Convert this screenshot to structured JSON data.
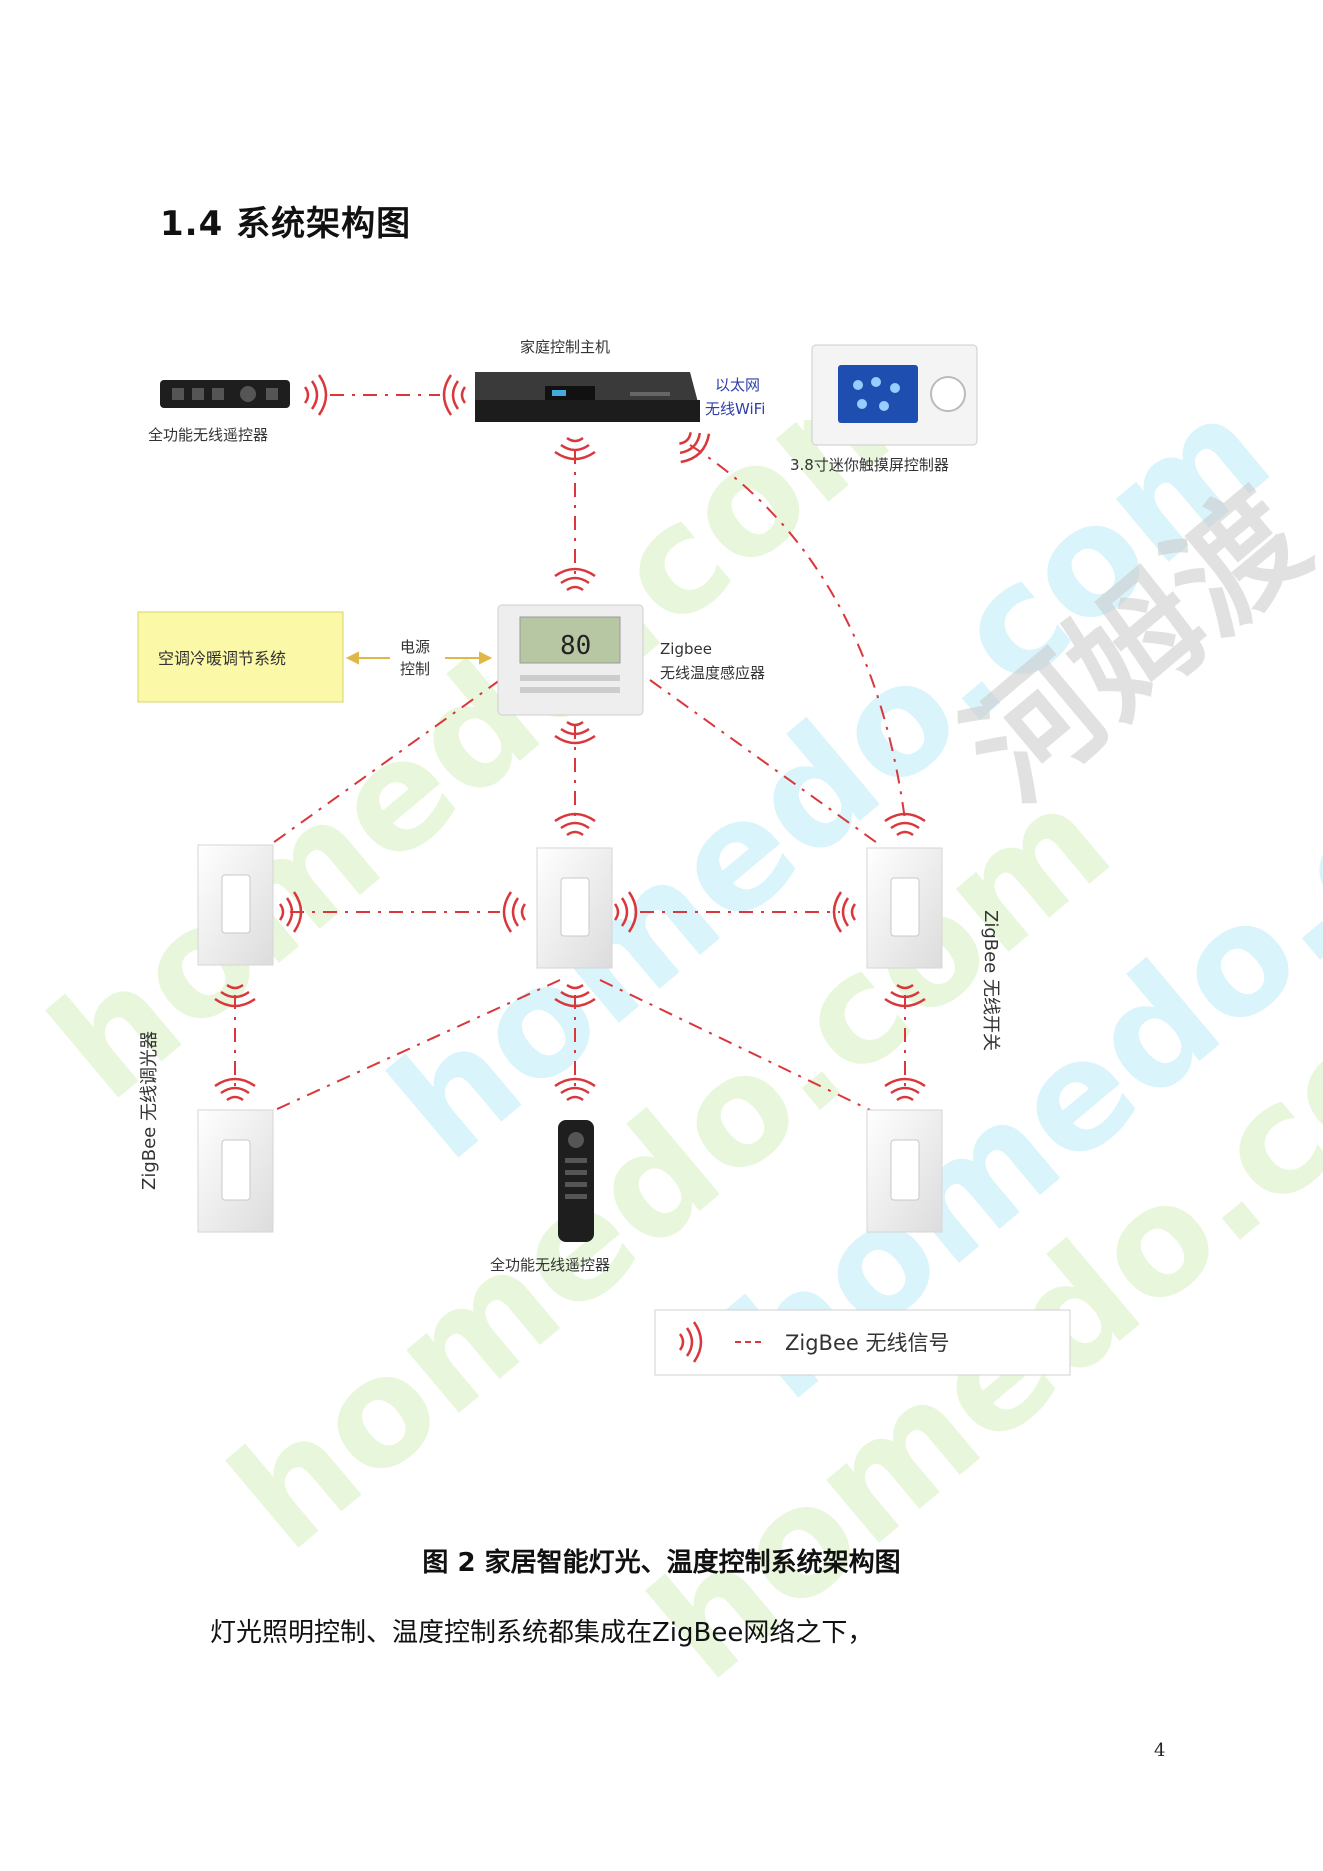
{
  "section": {
    "title": "1.4  系统架构图"
  },
  "diagram": {
    "host_label": "家庭控制主机",
    "remote_top_label": "全功能无线遥控器",
    "ethernet_label": "以太网",
    "wifi_label": "无线WiFi",
    "touch_label": "3.8寸迷你触摸屏控制器",
    "ac_box_label": "空调冷暖调节系统",
    "power_label_1": "电源",
    "power_label_2": "控制",
    "thermostat_label_1": "Zigbee",
    "thermostat_label_2": "无线温度感应器",
    "thermostat_display": "80",
    "zigbee_right_label": "ZigBee 无线开关",
    "zigbee_left_label": "ZigBee 无线调光器",
    "remote_bottom_label": "全功能无线遥控器",
    "legend_label": "ZigBee 无线信号"
  },
  "caption": "图 2  家居智能灯光、温度控制系统架构图",
  "body": {
    "paragraph": "灯光照明控制、温度控制系统都集成在ZigBee网络之下，"
  },
  "page": {
    "number": "4"
  },
  "watermarks": {
    "site": "homedo.com",
    "brand_cn": "河姆渡"
  },
  "colors": {
    "signal_red": "#d9373b",
    "ac_box": "#fbf9a8",
    "wifi_blue": "#2f3fa8"
  }
}
